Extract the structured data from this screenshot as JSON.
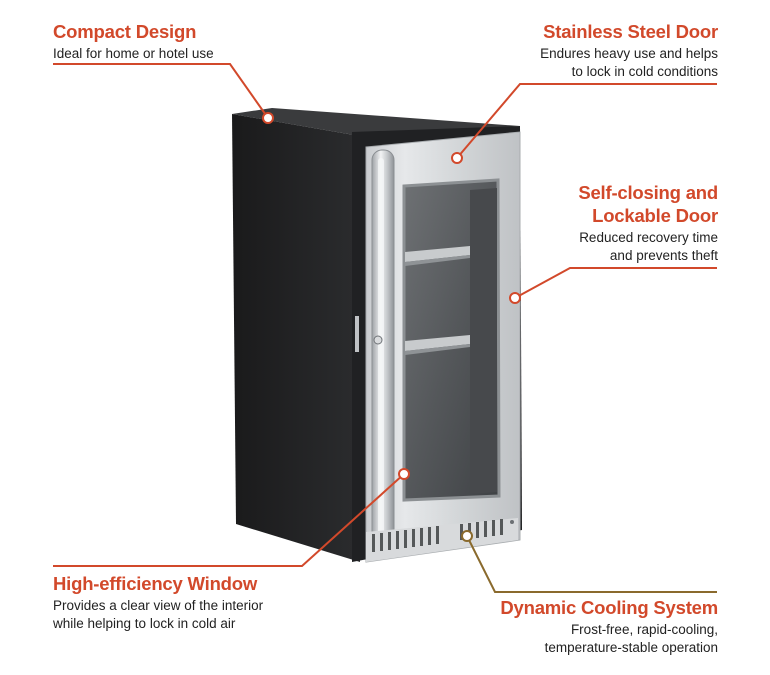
{
  "features": {
    "compact": {
      "title": "Compact Design",
      "lines": [
        "Ideal for home or hotel use"
      ]
    },
    "steel": {
      "title": "Stainless Steel Door",
      "lines": [
        "Endures heavy use and helps",
        "to lock in cold conditions"
      ]
    },
    "selfclose": {
      "title_lines": [
        "Self-closing and",
        "Lockable Door"
      ],
      "lines": [
        "Reduced recovery time",
        "and prevents theft"
      ]
    },
    "window": {
      "title": "High-efficiency Window",
      "lines": [
        "Provides a clear view of the interior",
        "while helping to lock in cold air"
      ]
    },
    "cooling": {
      "title": "Dynamic Cooling System",
      "lines": [
        "Frost-free, rapid-cooling,",
        "temperature-stable operation"
      ]
    }
  },
  "colors": {
    "accent": "#d2492b",
    "cooling_accent": "#8a6a2d",
    "text": "#222222"
  }
}
